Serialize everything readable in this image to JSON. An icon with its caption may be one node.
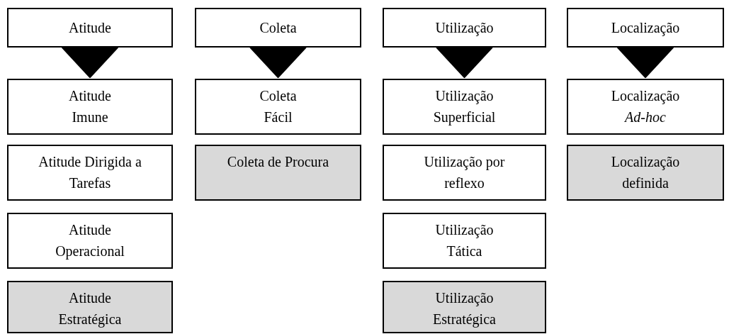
{
  "diagram": {
    "nodes": [
      {
        "text": [
          "Atitude"
        ]
      },
      {
        "text": [
          "Coleta"
        ]
      },
      {
        "text": [
          "Utilização"
        ]
      },
      {
        "text": [
          "Localização"
        ]
      },
      {
        "text": [
          "Atitude Imune"
        ]
      },
      {
        "text": [
          "Coleta Fácil"
        ]
      },
      {
        "text": [
          "Utilização Superficial"
        ]
      },
      {
        "text": [
          "Localização *Ad-hoc*"
        ]
      },
      {
        "text": [
          "Atitude Dirigida a Tarefas"
        ]
      },
      {
        "text": [
          "Coleta de Procura"
        ]
      },
      {
        "text": [
          "Utilização por reflexo"
        ]
      },
      {
        "text": [
          "Localização definida"
        ]
      },
      {
        "text": [
          "Atitude Operacional"
        ]
      },
      {
        "text": [
          "Utilização Tática"
        ]
      },
      {
        "text": [
          "Atitude Estratégica"
        ]
      },
      {
        "text": [
          "Utilização Estratégica"
        ]
      }
    ],
    "edges": [
      {
        "from": 0,
        "to": 4,
        "arrow": "to"
      },
      {
        "from": 1,
        "to": 5,
        "arrow": "to"
      },
      {
        "from": 2,
        "to": 6,
        "arrow": "to"
      },
      {
        "from": 3,
        "to": 7,
        "arrow": "to"
      }
    ]
  }
}
